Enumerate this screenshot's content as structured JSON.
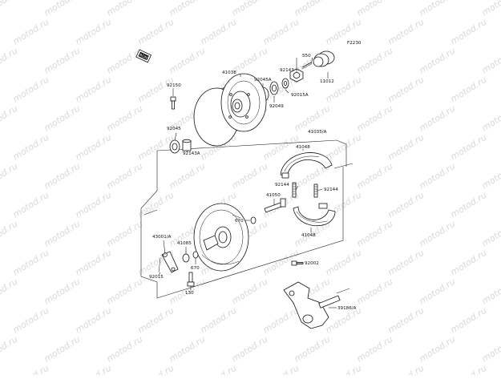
{
  "diagram": {
    "ref_code": "F2230",
    "front_symbol": "FRONT",
    "watermark": "motod.ru",
    "part_numbers": {
      "p550": "550",
      "p92143": "92143",
      "p11012": "11012",
      "p41038": "41038",
      "p92045a": "92045A",
      "p92150": "92150",
      "p92049": "92049",
      "p92015a": "92015A",
      "p92045": "92045",
      "p92143a": "92143A",
      "p41035a": "41035/A",
      "p41048_top": "41048",
      "p92144_left": "92144",
      "p92144_right": "92144",
      "p41050": "41050",
      "p670_top": "670",
      "p41048_bottom": "41048",
      "p43001a": "43001/A",
      "p41085": "41085",
      "p670_bottom": "670",
      "p92002": "92002",
      "p92015": "92015",
      "p130": "130",
      "p39186a": "39186/A"
    }
  }
}
